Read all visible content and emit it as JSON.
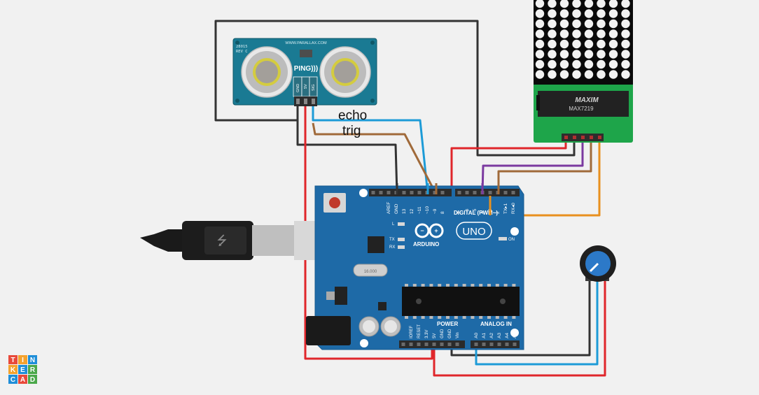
{
  "ping_sensor": {
    "model_code": "28015",
    "revision": "REV C",
    "website": "WWW.PARALLAX.COM",
    "logo_text": "PING)))",
    "pin_labels": [
      "GND",
      "5V",
      "SIG"
    ]
  },
  "wire_labels": {
    "echo": "echo",
    "trig": "trig"
  },
  "led_matrix": {
    "rows": 8,
    "cols": 8,
    "chip_brand": "MAXIM",
    "chip_model": "MAX7219"
  },
  "arduino": {
    "brand": "ARDUINO",
    "model": "UNO",
    "digital_header_label": "DIGITAL (PWM~)",
    "digital_pins": [
      "AREF",
      "GND",
      "13",
      "12",
      "~11",
      "~10",
      "~9",
      "8",
      "7",
      "~6",
      "~5",
      "4",
      "~3",
      "2",
      "TX▸1",
      "RX◂0"
    ],
    "led_labels": [
      "L",
      "TX",
      "RX"
    ],
    "on_label": "ON",
    "crystal_label": "16.000",
    "power_header_label": "POWER",
    "power_pins": [
      "IOREF",
      "RESET",
      "3.3V",
      "5V",
      "GND",
      "GND",
      "Vin"
    ],
    "analog_header_label": "ANALOG IN",
    "analog_pins": [
      "A0",
      "A1",
      "A2",
      "A3",
      "A4",
      "A5"
    ]
  },
  "tinkercad_logo": {
    "letters": [
      "T",
      "I",
      "N",
      "K",
      "E",
      "R",
      "C",
      "A",
      "D"
    ]
  },
  "colors": {
    "background": "#f1f1f1",
    "arduino_board": "#1e6aa7",
    "ping_board": "#1a7a93",
    "matrix_board": "#1ea54a",
    "wire_red": "#e0262b",
    "wire_black": "#333333",
    "wire_blue": "#1d9bd7",
    "wire_brown": "#a06a3a",
    "wire_purple": "#7b3aa0",
    "wire_orange": "#e8901e",
    "logo_red": "#e8493a",
    "logo_orange": "#f4a22d",
    "logo_blue": "#1f8ed8",
    "logo_green": "#4aa84a"
  }
}
